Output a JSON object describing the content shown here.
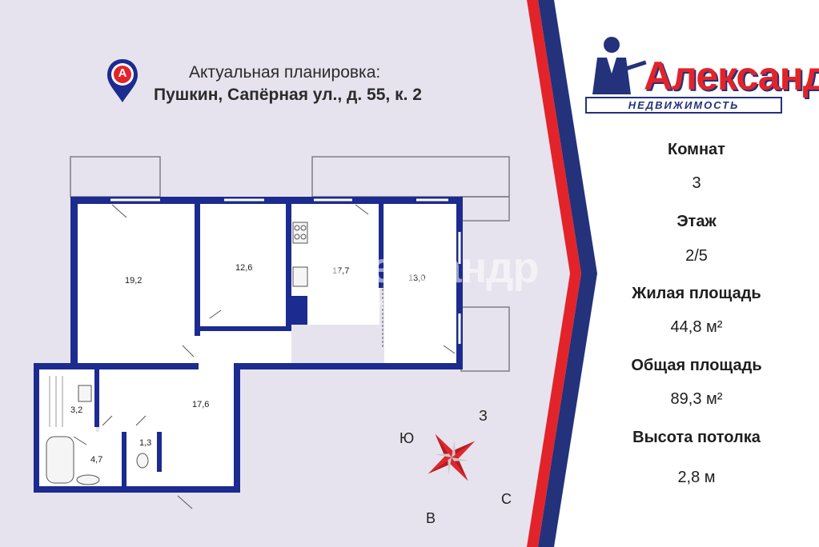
{
  "header": {
    "line1": "Актуальная планировка:",
    "line2": "Пушкин, Сапёрная ул., д. 55, к. 2",
    "logo_letter": "А"
  },
  "brand": {
    "name": "Александр",
    "subtitle": "НЕДВИЖИМОСТЬ",
    "colors": {
      "red": "#e3232a",
      "navy": "#23327a"
    }
  },
  "watermark": {
    "name": "Александр",
    "subtitle": "НЕДВИЖИМОСТЬ"
  },
  "rooms": [
    {
      "id": "room1",
      "area": "19,2"
    },
    {
      "id": "room2",
      "area": "12,6"
    },
    {
      "id": "kitchen",
      "area": "17,7"
    },
    {
      "id": "room3",
      "area": "13,0"
    },
    {
      "id": "hall",
      "area": "17,6"
    },
    {
      "id": "storage",
      "area": "3,2"
    },
    {
      "id": "bathroom",
      "area": "4,7"
    },
    {
      "id": "wc",
      "area": "1,3"
    }
  ],
  "compass": {
    "n": "З",
    "w": "Ю",
    "s": "В",
    "e": "С"
  },
  "info": [
    {
      "label": "Комнат",
      "value": "3"
    },
    {
      "label": "Этаж",
      "value": "2/5"
    },
    {
      "label": "Жилая площадь",
      "value": "44,8 м²"
    },
    {
      "label": "Общая площадь",
      "value": "89,3 м²"
    },
    {
      "label": "Высота потолка",
      "value": "2,8 м"
    }
  ],
  "colors": {
    "plan_bg": "#e6e3ee",
    "wall": "#1c2b8f",
    "stripe_red": "#e3232a",
    "stripe_navy": "#23327a"
  }
}
